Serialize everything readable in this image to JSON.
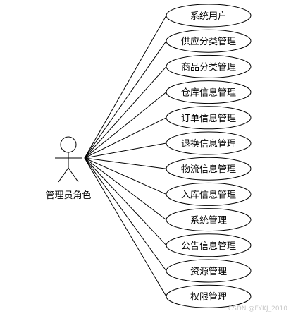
{
  "actor": {
    "label": "管理员角色"
  },
  "use_cases": [
    {
      "label": "系统用户"
    },
    {
      "label": "供应分类管理"
    },
    {
      "label": "商品分类管理"
    },
    {
      "label": "仓库信息管理"
    },
    {
      "label": "订单信息管理"
    },
    {
      "label": "退换信息管理"
    },
    {
      "label": "物流信息管理"
    },
    {
      "label": "入库信息管理"
    },
    {
      "label": "系统管理"
    },
    {
      "label": "公告信息管理"
    },
    {
      "label": "资源管理"
    },
    {
      "label": "权限管理"
    }
  ],
  "watermark": "CSDN @FYKJ_2010",
  "colors": {
    "stroke": "#000000",
    "ellipse_fill": "#ffffff",
    "text": "#000000"
  }
}
